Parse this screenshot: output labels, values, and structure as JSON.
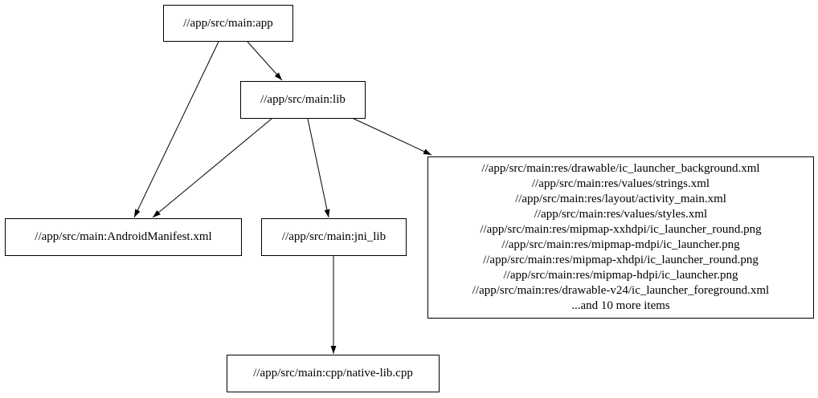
{
  "diagram": {
    "kind": "build-target-dependency-graph",
    "colors": {
      "background": "#ffffff",
      "node_border": "#000000",
      "node_fill": "#ffffff",
      "edge": "#000000",
      "text": "#000000"
    },
    "nodes": {
      "app": {
        "label": "//app/src/main:app"
      },
      "lib": {
        "label": "//app/src/main:lib"
      },
      "manifest": {
        "label": "//app/src/main:AndroidManifest.xml"
      },
      "jni_lib": {
        "label": "//app/src/main:jni_lib"
      },
      "native_lib": {
        "label": "//app/src/main:cpp/native-lib.cpp"
      },
      "resources": {
        "lines": [
          "//app/src/main:res/drawable/ic_launcher_background.xml",
          "//app/src/main:res/values/strings.xml",
          "//app/src/main:res/layout/activity_main.xml",
          "//app/src/main:res/values/styles.xml",
          "//app/src/main:res/mipmap-xxhdpi/ic_launcher_round.png",
          "//app/src/main:res/mipmap-mdpi/ic_launcher.png",
          "//app/src/main:res/mipmap-xhdpi/ic_launcher_round.png",
          "//app/src/main:res/mipmap-hdpi/ic_launcher.png",
          "//app/src/main:res/drawable-v24/ic_launcher_foreground.xml",
          "...and 10 more items"
        ]
      }
    },
    "edges": [
      {
        "from": "app",
        "to": "lib"
      },
      {
        "from": "app",
        "to": "manifest"
      },
      {
        "from": "lib",
        "to": "manifest"
      },
      {
        "from": "lib",
        "to": "jni_lib"
      },
      {
        "from": "lib",
        "to": "resources"
      },
      {
        "from": "jni_lib",
        "to": "native_lib"
      }
    ]
  }
}
